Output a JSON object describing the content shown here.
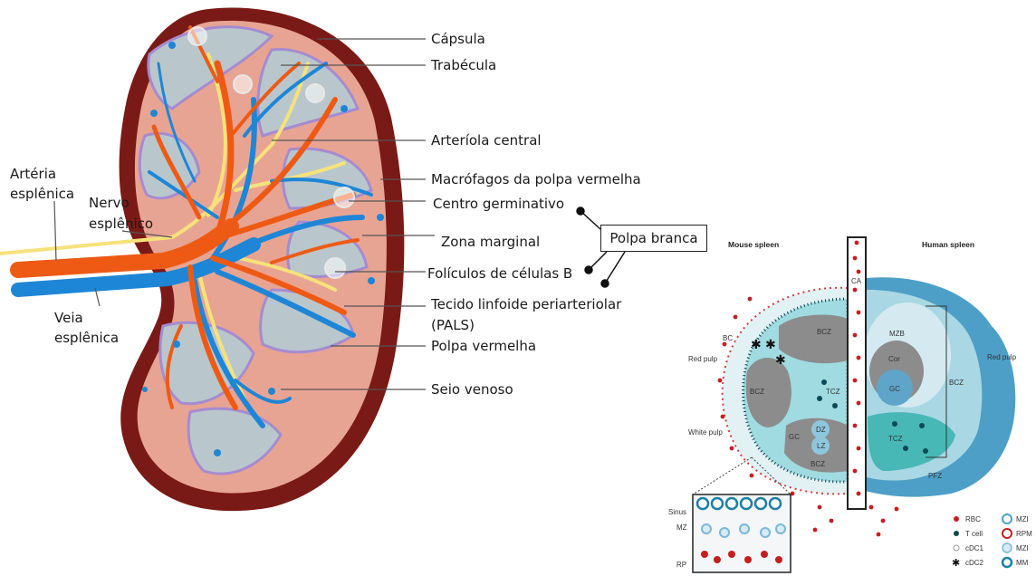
{
  "spleen_diagram": {
    "labels": {
      "capsula": "Cápsula",
      "trabecula": "Trabécula",
      "arteriola_central": "Arteríola central",
      "macrofagos": "Macrófagos da polpa vermelha",
      "centro_germinativo": "Centro germinativo",
      "zona_marginal": "Zona marginal",
      "foliculos": "Folículos de células B",
      "pals_line1": "Tecido linfoide periarteriolar",
      "pals_line2": "(PALS)",
      "polpa_vermelha": "Polpa vermelha",
      "seio_venoso": "Seio venoso",
      "arteria_line1": "Artéria",
      "arteria_line2": "esplênica",
      "nervo_line1": "Nervo",
      "nervo_line2": "esplênico",
      "veia_line1": "Veia",
      "veia_line2": "esplênica"
    },
    "polpa_branca_box": "Polpa branca"
  },
  "comparison_diagram": {
    "mouse_title": "Mouse spleen",
    "human_title": "Human spleen",
    "ca": "CA",
    "bcz": "BCZ",
    "tcz": "TCZ",
    "dz": "DZ",
    "lz": "LZ",
    "gc": "GC",
    "mzb": "MZB",
    "cor": "Cor",
    "pfz": "PFZ",
    "bc": "BC",
    "red_pulp_left": "Red pulp",
    "red_pulp_right": "Red pulp",
    "white_pulp": "White pulp",
    "sinus": "Sinus",
    "mz": "MZ",
    "rp": "RP",
    "legend": [
      "RBC",
      "T cell",
      "cDC1",
      "cDC2",
      "MZI",
      "RPM",
      "MZI",
      "MM"
    ]
  },
  "colors": {
    "capsule": "#7a1a16",
    "red_pulp": "#e8a493",
    "artery": "#ee5a14",
    "vein": "#1e86d6",
    "nerve": "#f6e27a",
    "white_pulp": "#9ec0c8",
    "mouse_teal": "#9fdbe0",
    "human_blue": "#4d9fc7",
    "bcz_gray": "#8c8c8c"
  }
}
